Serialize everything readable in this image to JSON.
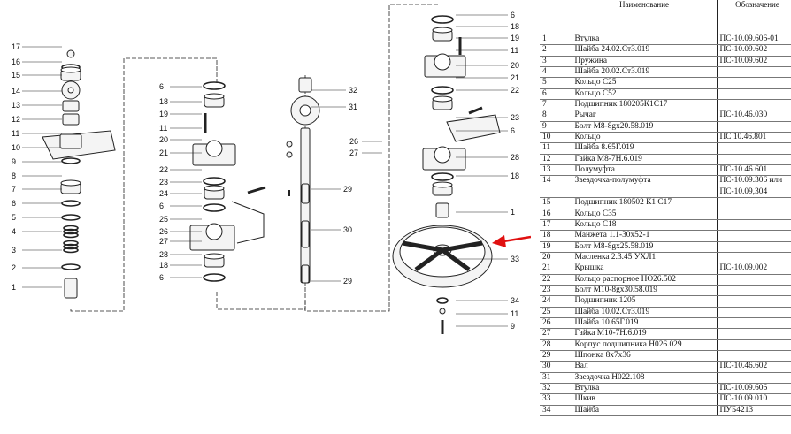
{
  "table": {
    "headers": [
      "",
      "Наименование",
      "Обозначение"
    ],
    "rows": [
      [
        "1",
        "Втулка",
        "ПС-10.09.606-01"
      ],
      [
        "2",
        "Шайба 24.02.Ст3.019",
        "ПС-10.09.602"
      ],
      [
        "3",
        "Пружина",
        "ПС-10.09.602"
      ],
      [
        "4",
        "Шайба 20.02.Ст3.019",
        ""
      ],
      [
        "5",
        "Кольцо С25",
        ""
      ],
      [
        "6",
        "Кольцо С52",
        ""
      ],
      [
        "7",
        "Подшипник 180205К1С17",
        ""
      ],
      [
        "8",
        "Рычаг",
        "ПС-10.46.030"
      ],
      [
        "9",
        "Болт М8-8gх20.58.019",
        ""
      ],
      [
        "10",
        "Кольцо",
        "ПС 10.46.801"
      ],
      [
        "11",
        "Шайба 8.65Г.019",
        ""
      ],
      [
        "12",
        "Гайка М8-7Н.6.019",
        ""
      ],
      [
        "13",
        "Полумуфта",
        "ПС-10.46.601"
      ],
      [
        "14",
        "Звездочка-полумуфта",
        "ПС-10.09.306 или"
      ],
      [
        "",
        "",
        "ПС-10.09,304"
      ],
      [
        "15",
        "Подшипник 180502 К1 С17",
        ""
      ],
      [
        "16",
        "Кольцо С35",
        ""
      ],
      [
        "17",
        "Кольцо С18",
        ""
      ],
      [
        "18",
        "Манжета 1.1-30х52-1",
        ""
      ],
      [
        "19",
        "Болт М8-8gх25.58.019",
        ""
      ],
      [
        "20",
        "Масленка 2.3.45 УХЛ1",
        ""
      ],
      [
        "21",
        "Крышка",
        "ПС-10.09.002"
      ],
      [
        "22",
        "Кольцо распорное НО26.502",
        ""
      ],
      [
        "23",
        "Болт М10-8gх30.58.019",
        ""
      ],
      [
        "24",
        "Подшипник 1205",
        ""
      ],
      [
        "25",
        "Шайба 10.02.Ст3.019",
        ""
      ],
      [
        "26",
        "Шайба 10.65Г.019",
        ""
      ],
      [
        "27",
        "Гайка М10-7Н.6.019",
        ""
      ],
      [
        "28",
        "Корпус подшипника Н026.029",
        ""
      ],
      [
        "29",
        "Шпонка 8х7х36",
        ""
      ],
      [
        "30",
        "Вал",
        "ПС-10.46.602"
      ],
      [
        "31",
        "Звездочка Н022.108",
        ""
      ],
      [
        "32",
        "Втулка",
        "ПС-10.09.606"
      ],
      [
        "33",
        "Шкив",
        "ПС-10.09.010"
      ],
      [
        "34",
        "Шайба",
        "ПУБ4213"
      ]
    ]
  },
  "diagram": {
    "group1_labels": [
      "17",
      "16",
      "15",
      "14",
      "13",
      "12",
      "11",
      "10",
      "9",
      "8",
      "7",
      "6",
      "5",
      "4",
      "3",
      "2",
      "1"
    ],
    "group2_labels": [
      "6",
      "18",
      "19",
      "11",
      "20",
      "21",
      "22",
      "23",
      "24",
      "6",
      "25",
      "26",
      "27",
      "28",
      "18",
      "6"
    ],
    "group3_labels": [
      "32",
      "31",
      "29",
      "26",
      "27",
      "30",
      "29"
    ],
    "group4_labels": [
      "6",
      "18",
      "19",
      "11",
      "20",
      "21",
      "22",
      "23",
      "6",
      "28",
      "18",
      "1",
      "33",
      "34",
      "11",
      "9"
    ],
    "colors": {
      "arrow": "#e01010",
      "ink": "#222222"
    }
  }
}
